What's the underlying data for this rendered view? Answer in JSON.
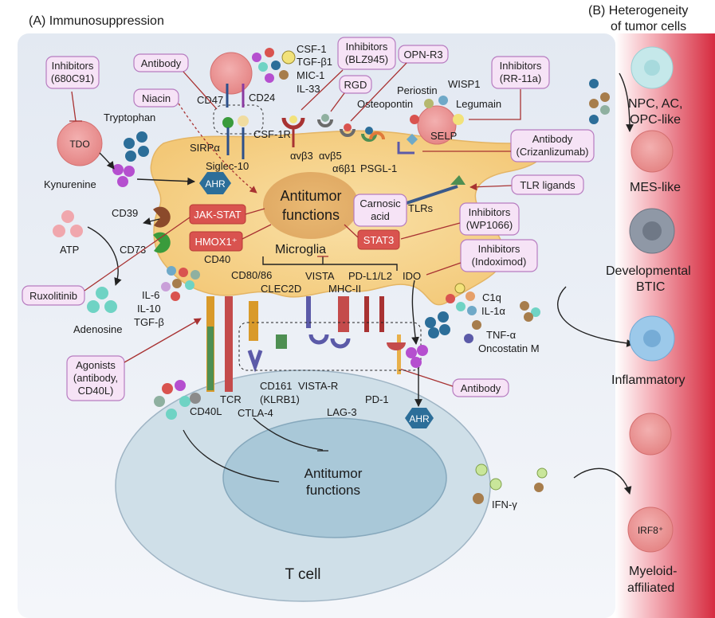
{
  "panel_a_title": "(A) Immunosuppression",
  "panel_b_title_line1": "(B) Heterogeneity",
  "panel_b_title_line2": "of tumor cells",
  "microglia_label": "Microglia",
  "tcell_label": "T cell",
  "antitumor_line1": "Antitumor",
  "antitumor_line2": "functions",
  "tcell_antitumor_line1": "Antitumor",
  "tcell_antitumor_line2": "functions",
  "boxes": {
    "inhibitors_680c91": [
      "Inhibitors",
      "(680C91)"
    ],
    "antibody_top": [
      "Antibody"
    ],
    "niacin": [
      "Niacin"
    ],
    "inhibitors_blz945": [
      "Inhibitors",
      "(BLZ945)"
    ],
    "rgd": [
      "RGD"
    ],
    "opn_r3": [
      "OPN-R3"
    ],
    "inhibitors_rr11a": [
      "Inhibitors",
      "(RR-11a)"
    ],
    "antibody_crizanlizumab": [
      "Antibody",
      "(Crizanlizumab)"
    ],
    "tlr_ligands": [
      "TLR ligands"
    ],
    "carnosic_acid": [
      "Carnosic",
      "acid"
    ],
    "inhibitors_wp1066": [
      "Inhibitors",
      "(WP1066)"
    ],
    "inhibitors_indoximod": [
      "Inhibitors",
      "(Indoximod)"
    ],
    "ruxolitinib": [
      "Ruxolitinib"
    ],
    "agonists": [
      "Agonists",
      "(antibody,",
      "CD40L)"
    ],
    "antibody_pd1": [
      "Antibody"
    ]
  },
  "red_boxes": {
    "jak_stat": "JAK-STAT",
    "hmox1": "HMOX1⁺",
    "stat3": "STAT3"
  },
  "ahr_label": "AHR",
  "ahr_tcell_label": "AHR",
  "tdo_label": "TDO",
  "labels": {
    "tryptophan": "Tryptophan",
    "kynurenine": "Kynurenine",
    "cd39": "CD39",
    "cd73": "CD73",
    "atp": "ATP",
    "adenosine": "Adenosine",
    "il6": "IL-6",
    "il10": "IL-10",
    "tgfb": "TGF-β",
    "cd47": "CD47",
    "cd24": "CD24",
    "sirpa": "SIRPα",
    "siglec10": "Siglec-10",
    "csf1": "CSF-1",
    "tgfb1": "TGF-β1",
    "mic1": "MIC-1",
    "il33": "IL-33",
    "csf1r": "CSF-1R",
    "avb3": "αvβ3",
    "avb5": "αvβ5",
    "a6b1": "α6β1",
    "psgl1": "PSGL-1",
    "periostin": "Periostin",
    "wisp1": "WISP1",
    "osteopontin": "Osteopontin",
    "legumain": "Legumain",
    "selp": "SELP",
    "tlrs": "TLRs",
    "cd40": "CD40",
    "cd80_86": "CD80/86",
    "clec2d": "CLEC2D",
    "vista": "VISTA",
    "mhc2": "MHC-II",
    "pdl1l2": "PD-L1/L2",
    "ido": "IDO",
    "c1q": "C1q",
    "il1a": "IL-1α",
    "tnfa": "TNF-α",
    "oncostatin": "Oncostatin M",
    "cd161_line1": "CD161",
    "cd161_line2": "(KLRB1)",
    "vista_r": "VISTA-R",
    "lag3": "LAG-3",
    "pd1": "PD-1",
    "ctla4": "CTLA-4",
    "tcr": "TCR",
    "cd40l": "CD40L",
    "ifng": "IFN-γ"
  },
  "tumor_types": {
    "npc_line1": "NPC, AC,",
    "npc_line2": "OPC-like",
    "mes": "MES-like",
    "dev_line1": "Developmental",
    "dev_line2": "BTIC",
    "inflammatory": "Inflammatory",
    "irf8": "IRF8⁺",
    "myeloid_line1": "Myeloid-",
    "myeloid_line2": "affiliated"
  },
  "colors": {
    "background_panel": "#e9eef5",
    "microglia_fill": "#f7d08a",
    "tcell_fill": "#cfdfe8",
    "tcell_nucleus": "#a9c8d8",
    "gradient_red": "#d62b3f",
    "pink_box": "#f6e3f6",
    "red_box": "#d9534f",
    "ahr": "#2c6e99"
  }
}
